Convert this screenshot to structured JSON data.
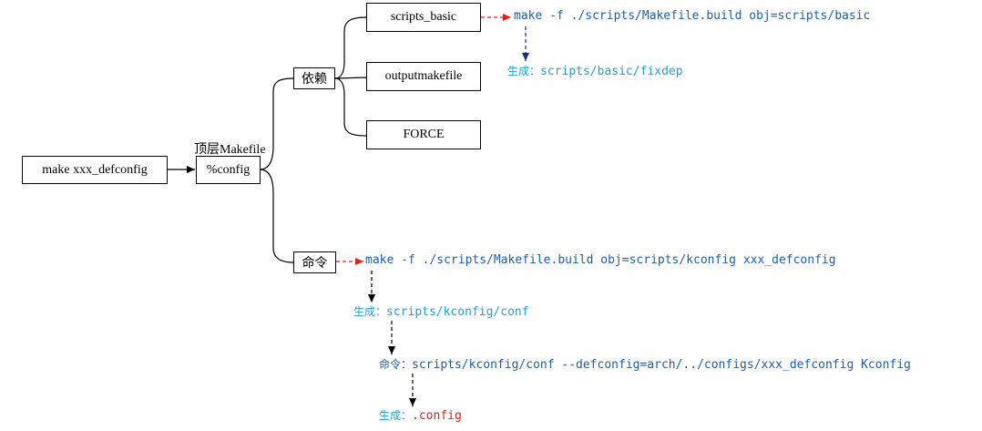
{
  "nodes": {
    "start": "make xxx_defconfig",
    "top_label": "顶层Makefile",
    "config": "%config",
    "deps": "依赖",
    "cmds": "命令",
    "scripts_basic": "scripts_basic",
    "outputmakefile": "outputmakefile",
    "force": "FORCE"
  },
  "annotations": {
    "cmd_basic": "make -f ./scripts/Makefile.build obj=scripts/basic",
    "gen_prefix_1": "生成：",
    "gen_fixdep": "scripts/basic/fixdep",
    "cmd_kconfig": "make -f ./scripts/Makefile.build obj=scripts/kconfig xxx_defconfig",
    "gen_prefix_2": "生成：",
    "gen_conf": "scripts/kconfig/conf",
    "cmd_prefix": "命令：",
    "cmd_conf": "scripts/kconfig/conf --defconfig=arch/../configs/xxx_defconfig Kconfig",
    "gen_prefix_3": "生成：",
    "gen_dotconfig": ".config"
  },
  "colors": {
    "command_text": "#1f5fa6",
    "generated_text": "#22a0d8",
    "red_highlight": "#e02020",
    "arrow_red": "#e02020",
    "arrow_navy": "#1a2f6b",
    "line": "#000000"
  }
}
